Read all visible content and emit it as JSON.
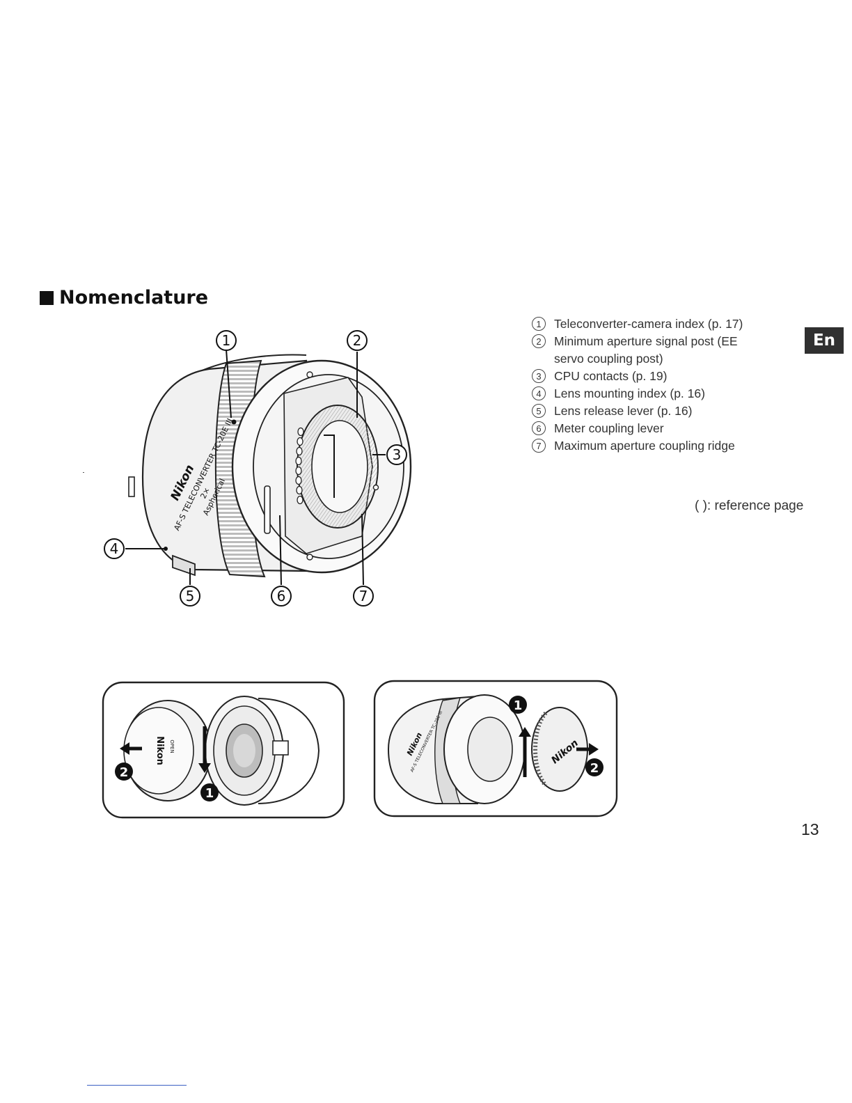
{
  "section": {
    "title": "Nomenclature"
  },
  "parts": [
    {
      "num": "1",
      "label": "Teleconverter-camera index (p. 17)"
    },
    {
      "num": "2",
      "label": "Minimum aperture signal post (EE servo coupling post)"
    },
    {
      "num": "3",
      "label": "CPU contacts (p. 19)"
    },
    {
      "num": "4",
      "label": "Lens mounting index (p. 16)"
    },
    {
      "num": "5",
      "label": "Lens release lever (p. 16)"
    },
    {
      "num": "6",
      "label": "Meter coupling lever"
    },
    {
      "num": "7",
      "label": "Maximum aperture coupling ridge"
    }
  ],
  "reference_note": "( ): reference page",
  "language_tab": "En",
  "page_number": "13",
  "lens_markings": {
    "brand": "Nikon",
    "model": "AF-S TELECONVERTER TC-20E III",
    "magnification": "2×",
    "type": "Aspherical"
  },
  "cap_text": {
    "brand": "Nikon",
    "open": "OPEN"
  },
  "steps": {
    "step1": "1",
    "step2": "2"
  }
}
